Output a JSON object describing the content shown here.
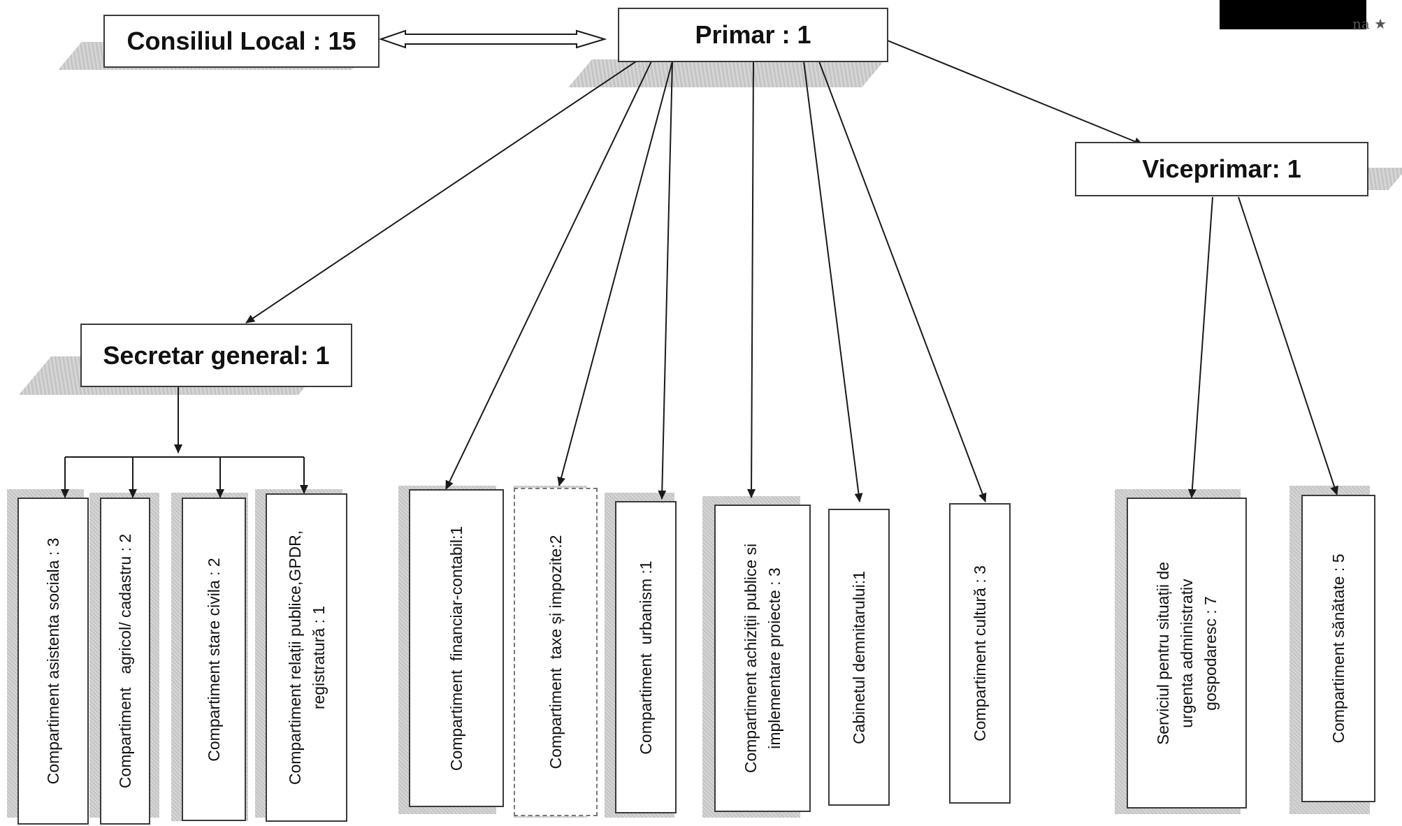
{
  "boxes": {
    "consiliul": "Consiliul Local : 15",
    "primar": "Primar : 1",
    "viceprimar": "Viceprimar: 1",
    "secretar": "Secretar general: 1",
    "asistenta": "Compartiment asistenta sociala : 3",
    "agricol": "Compartiment   agricol/ cadastru : 2",
    "stare_civila": "Compartiment stare civila : 2",
    "relatii": "Compartiment relații publice,GPDR,\nregistratură : 1",
    "financiar": "Compartiment  financiar-contabil:1",
    "taxe": "Compartiment  taxe și impozite:2",
    "urbanism": "Compartiment  urbanism :1",
    "achizitii": "Compartiment achiziții publice si\nimplementare proiecte : 3",
    "cabinet": "Cabinetul demnitarului:1",
    "cultura": "Compartiment cultură : 3",
    "situatii": "Serviciul pentru situații de\nurgenta administrativ\ngospodaresc : 7",
    "sanatate": "Compartiment sănătate : 5"
  },
  "stamp_fragment": "na ★",
  "colors": {
    "line": "#1a1a1a",
    "border": "#3a3a3a",
    "shadow": "#b0b0b0"
  }
}
